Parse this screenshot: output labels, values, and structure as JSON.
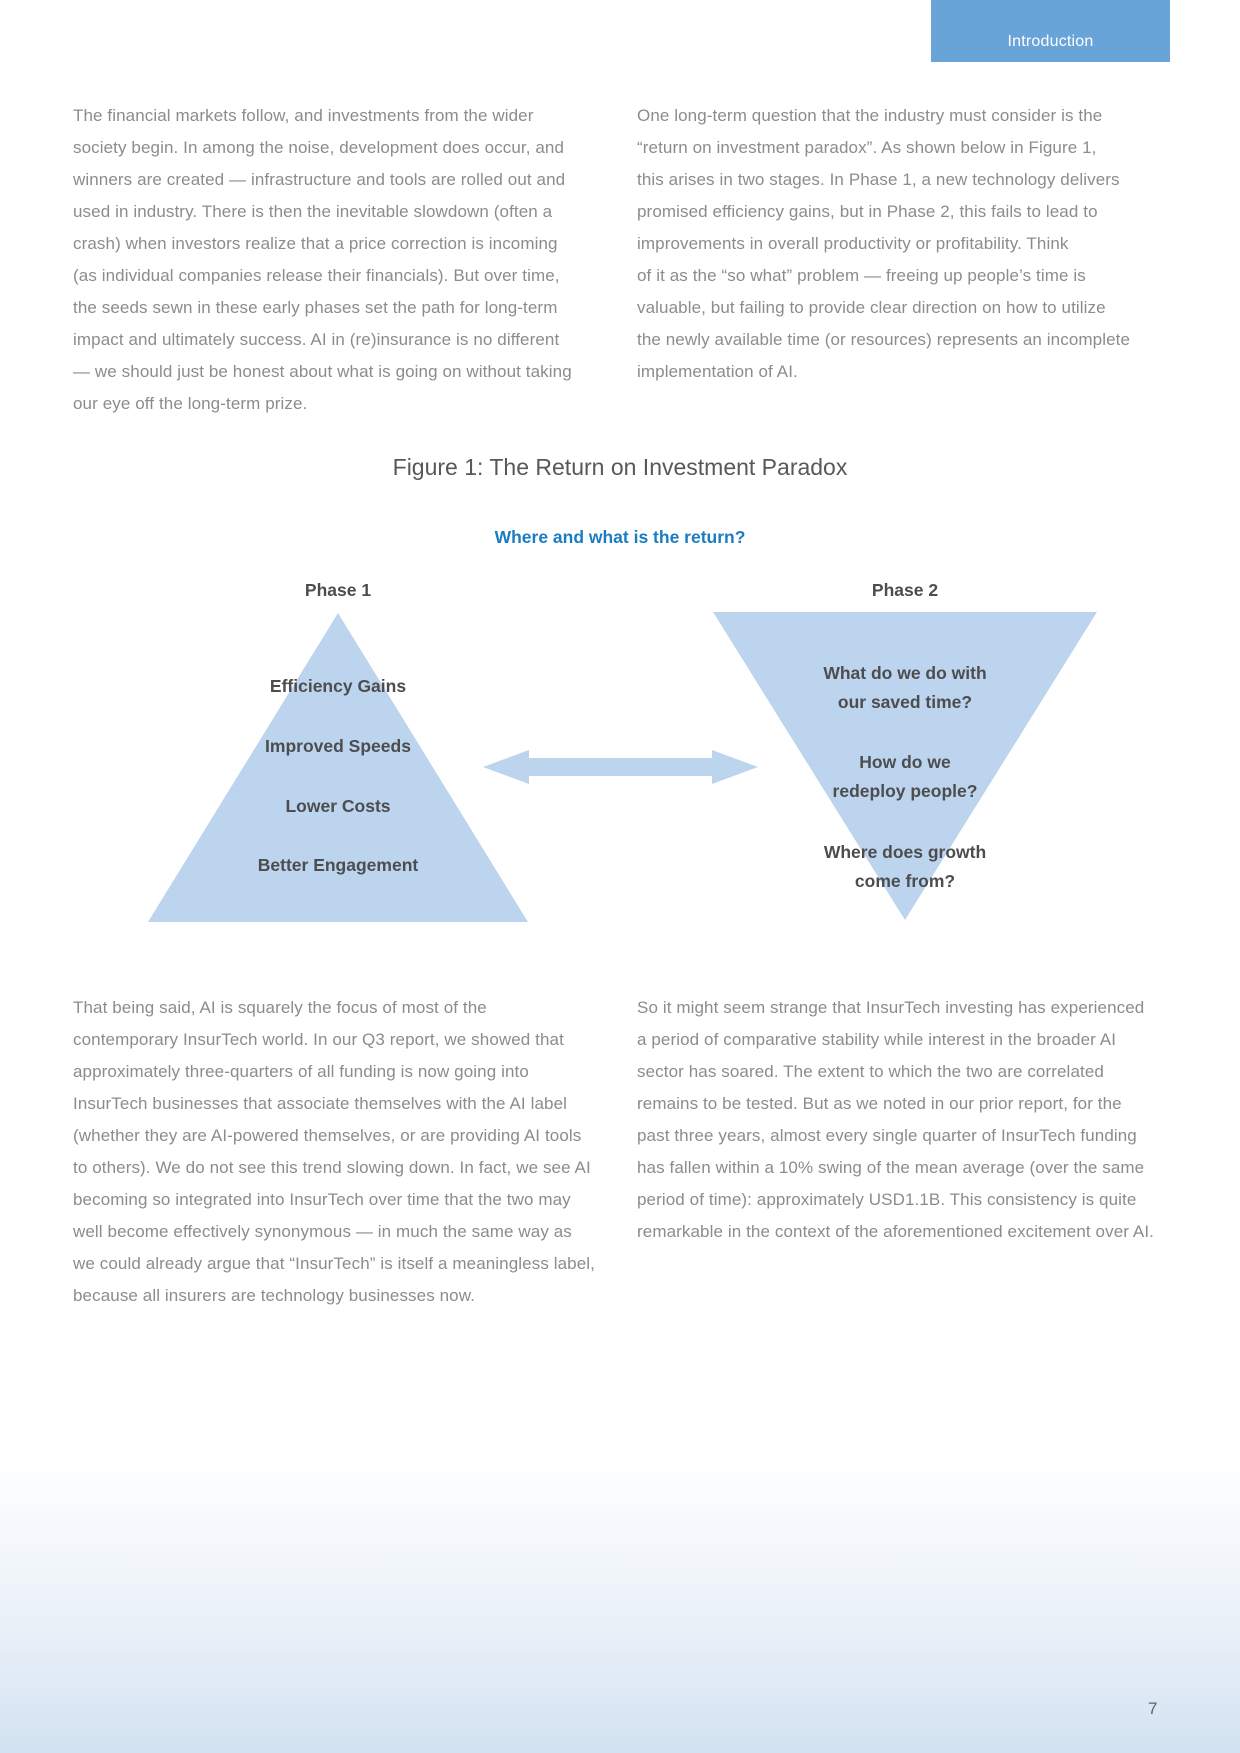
{
  "header": {
    "tab_label": "Introduction"
  },
  "intro": {
    "left_paragraph": "The financial markets follow, and investments from the wider\nsociety begin. In among the noise, development does occur, and\nwinners are created — infrastructure and tools are rolled out and\nused in industry. There is then the inevitable slowdown (often a\ncrash) when investors realize that a price correction is incoming\n(as individual companies release their financials). But over time,\nthe seeds sewn in these early phases set the path for long-term\nimpact and ultimately success. AI in (re)insurance is no different\n— we should just be honest about what is going on without taking\nour eye off the long-term prize.",
    "right_paragraph": "One long-term question that the industry must consider is the\n“return on investment paradox”. As shown below in Figure 1,\nthis arises in two stages. In Phase 1, a new technology delivers\npromised efficiency gains, but in Phase 2, this fails to lead to\nimprovements in overall productivity or profitability. Think\nof it as the “so what” problem — freeing up people’s time is\nvaluable, but failing to provide clear direction on how to utilize\nthe newly available time (or resources) represents an incomplete\nimplementation of AI."
  },
  "figure": {
    "title": "Figure 1: The Return on Investment Paradox",
    "question": "Where and what is the return?",
    "phase1": {
      "label": "Phase 1",
      "items": [
        "Efficiency Gains",
        "Improved Speeds",
        "Lower Costs",
        "Better Engagement"
      ]
    },
    "phase2": {
      "label": "Phase 2",
      "items": [
        "What do we do with\nour saved time?",
        "How do we\nredeploy people?",
        "Where does growth\ncome from?"
      ]
    }
  },
  "body": {
    "left_paragraph": "That being said, AI is squarely the focus of most of the\ncontemporary InsurTech world. In our Q3 report, we showed that\napproximately three-quarters of all funding is now going into\nInsurTech businesses that associate themselves with the AI label\n(whether they are AI-powered themselves, or are providing AI tools\nto others). We do not see this trend slowing down. In fact, we see AI\nbecoming so integrated into InsurTech over time that the two may\nwell become effectively synonymous — in much the same way as\nwe could already argue that “InsurTech” is itself a meaningless label,\nbecause all insurers are technology businesses now.",
    "right_paragraph": "So it might seem strange that InsurTech investing has experienced\na period of comparative stability while interest in the broader AI\nsector has soared. The extent to which the two are correlated\nremains to be tested. But as we noted in our prior report, for the\npast three years, almost every single quarter of InsurTech funding\nhas fallen within a 10% swing of the mean average (over the same\nperiod of time): approximately USD1.1B. This consistency is quite\nremarkable in the context of the aforementioned excitement over AI."
  },
  "footer": {
    "page_number": "7"
  },
  "colors": {
    "tab_blue": "#69a4d9",
    "accent_blue": "#1b7cc1",
    "shape_blue": "#bdd4ee",
    "body_text": "#8a8c8e",
    "heading_text": "#57585a",
    "label_text": "#4c4d4f"
  }
}
